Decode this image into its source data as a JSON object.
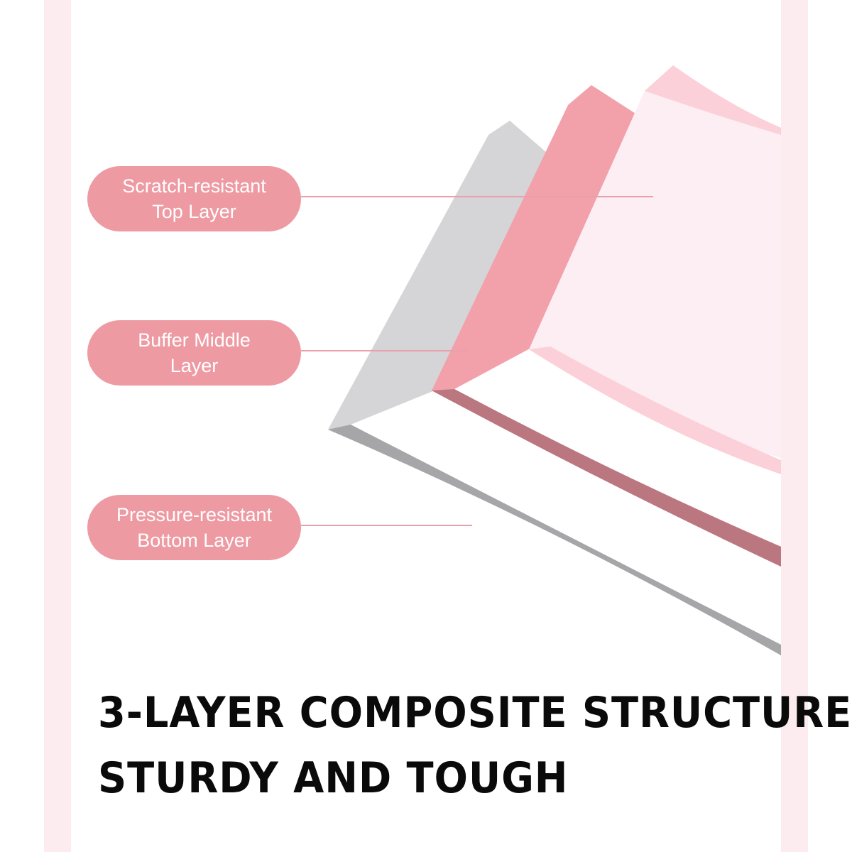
{
  "colors": {
    "pill": "#ee9aa3",
    "side_strip": "#fcecef",
    "layer_top_face": "#fdeef3",
    "layer_top_edge": "#fbd0d9",
    "layer_middle_face": "#f2a1ab",
    "layer_middle_edge": "#ba7780",
    "layer_bottom_face": "#d5d5d8",
    "layer_bottom_edge": "#a6a6a9",
    "leader_line": "#e8a0aa",
    "headline": "#0a0a0a"
  },
  "labels": {
    "top_layer": [
      "Scratch-resistant",
      "Top Layer"
    ],
    "middle_layer": [
      "Buffer Middle",
      "Layer"
    ],
    "bottom_layer": [
      "Pressure-resistant",
      "Bottom Layer"
    ]
  },
  "headline": {
    "line1": "3-LAYER COMPOSITE STRUCTURE",
    "line2": "STURDY AND TOUGH"
  }
}
